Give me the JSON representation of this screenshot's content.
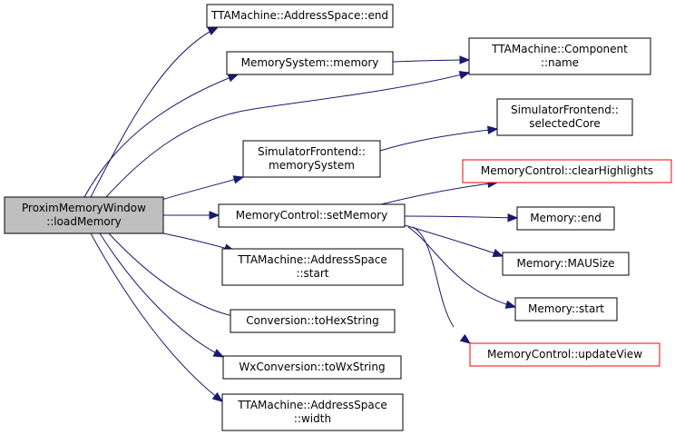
{
  "colors": {
    "edge": "#191970",
    "node_border_default": "#000000",
    "node_border_truncated": "#ff0000",
    "node_fill_default": "#ffffff",
    "node_fill_root": "#bfbfbf"
  },
  "nodes": [
    {
      "id": "root",
      "lines": [
        "ProximMemoryWindow",
        "::loadMemory"
      ],
      "root": true
    },
    {
      "id": "as_end",
      "lines": [
        "TTAMachine::AddressSpace::end"
      ]
    },
    {
      "id": "ms_memory",
      "lines": [
        "MemorySystem::memory"
      ]
    },
    {
      "id": "comp_name",
      "lines": [
        "TTAMachine::Component",
        "::name"
      ]
    },
    {
      "id": "sf_selectedcore",
      "lines": [
        "SimulatorFrontend::",
        "selectedCore"
      ]
    },
    {
      "id": "sf_memsys",
      "lines": [
        "SimulatorFrontend::",
        "memorySystem"
      ]
    },
    {
      "id": "mc_clear",
      "lines": [
        "MemoryControl::clearHighlights"
      ],
      "truncated": true
    },
    {
      "id": "mc_setmem",
      "lines": [
        "MemoryControl::setMemory"
      ]
    },
    {
      "id": "mem_end",
      "lines": [
        "Memory::end"
      ]
    },
    {
      "id": "as_start",
      "lines": [
        "TTAMachine::AddressSpace",
        "::start"
      ]
    },
    {
      "id": "mem_mau",
      "lines": [
        "Memory::MAUSize"
      ]
    },
    {
      "id": "mem_start",
      "lines": [
        "Memory::start"
      ]
    },
    {
      "id": "conv_hex",
      "lines": [
        "Conversion::toHexString"
      ]
    },
    {
      "id": "mc_update",
      "lines": [
        "MemoryControl::updateView"
      ],
      "truncated": true
    },
    {
      "id": "wxconv",
      "lines": [
        "WxConversion::toWxString"
      ]
    },
    {
      "id": "as_width",
      "lines": [
        "TTAMachine::AddressSpace",
        "::width"
      ]
    }
  ],
  "edges": [
    {
      "from": "root",
      "to": "as_end"
    },
    {
      "from": "root",
      "to": "ms_memory"
    },
    {
      "from": "root",
      "to": "comp_name"
    },
    {
      "from": "root",
      "to": "sf_memsys"
    },
    {
      "from": "root",
      "to": "mc_setmem"
    },
    {
      "from": "root",
      "to": "as_start"
    },
    {
      "from": "root",
      "to": "conv_hex"
    },
    {
      "from": "root",
      "to": "wxconv"
    },
    {
      "from": "root",
      "to": "as_width"
    },
    {
      "from": "ms_memory",
      "to": "comp_name"
    },
    {
      "from": "sf_memsys",
      "to": "sf_selectedcore"
    },
    {
      "from": "mc_setmem",
      "to": "mc_clear"
    },
    {
      "from": "mc_setmem",
      "to": "mem_end"
    },
    {
      "from": "mc_setmem",
      "to": "mem_mau"
    },
    {
      "from": "mc_setmem",
      "to": "mem_start"
    },
    {
      "from": "mc_setmem",
      "to": "mc_update"
    }
  ]
}
